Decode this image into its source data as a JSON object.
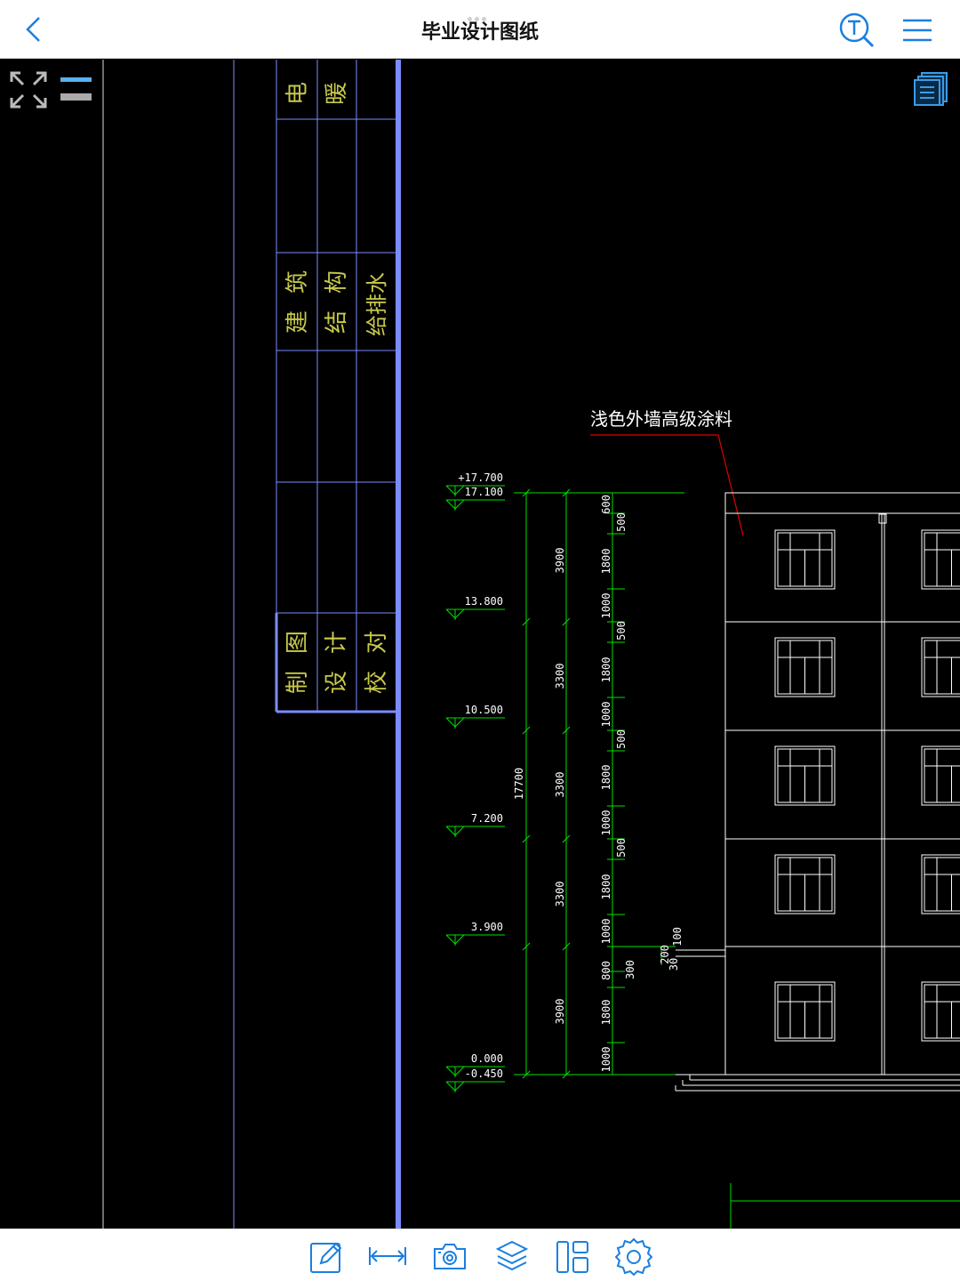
{
  "header": {
    "title": "毕业设计图纸",
    "back_icon": "back-chevron-icon",
    "search_icon": "text-search-icon",
    "menu_icon": "hamburger-menu-icon"
  },
  "overlay": {
    "fullscreen_icon": "fullscreen-expand-icon",
    "layer_toggle_icon": "layer-toggle-icon",
    "sheets_icon": "sheets-list-icon"
  },
  "title_block": {
    "row1": [
      "电",
      "暖"
    ],
    "row2": [
      "建",
      "筑",
      "结",
      "构",
      "给排水"
    ],
    "row3": [
      "制",
      "图",
      "设",
      "计",
      "校",
      "对"
    ]
  },
  "drawing": {
    "annotation": "浅色外墙高级涂料",
    "elevations": [
      "+17.700",
      "17.100",
      "13.800",
      "10.500",
      "7.200",
      "3.900",
      "0.000",
      "-0.450"
    ],
    "total_height": "17700",
    "floor_dims": [
      "3900",
      "3300",
      "3300",
      "3300",
      "3900"
    ],
    "detail_dims": [
      "600",
      "500",
      "1800",
      "1000",
      "500",
      "1800",
      "1000",
      "500",
      "1800",
      "1000",
      "500",
      "1800",
      "1000",
      "800",
      "300",
      "1800",
      "1000"
    ],
    "canopy_dims": [
      "200",
      "100",
      "30"
    ],
    "colors": {
      "dimension": "#00e000",
      "linework": "#ffffff",
      "leader": "#e00000",
      "frame": "#7b8cff",
      "cad_text": "#c8c84a"
    }
  },
  "toolbar": {
    "items": [
      "annotate-pencil-icon",
      "measure-icon",
      "camera-icon",
      "layers-icon",
      "layout-icon",
      "settings-gear-icon"
    ]
  }
}
